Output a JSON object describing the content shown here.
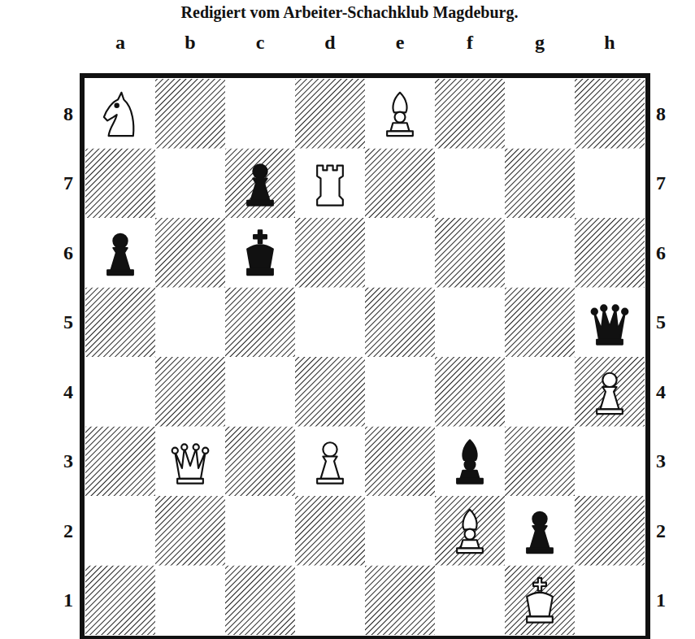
{
  "diagram": {
    "title": "Redigiert vom Arbeiter-Schachklub Magdeburg.",
    "labels": [
      "a",
      "b",
      "c",
      "d",
      "e",
      "f",
      "g",
      "h",
      "8",
      "8",
      "7",
      "7",
      "6",
      "6",
      "5",
      "5",
      "4",
      "4",
      "3",
      "3",
      "2",
      "2",
      "1",
      "1"
    ]
  }
}
